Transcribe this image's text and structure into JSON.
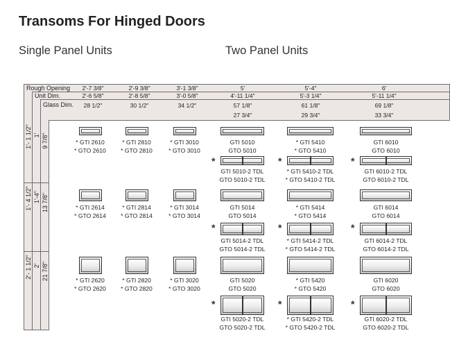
{
  "title": "Transoms For Hinged Doors",
  "subtitles": {
    "single": "Single Panel Units",
    "two": "Two Panel Units"
  },
  "header": {
    "rough_opening_label": "Rough Opening",
    "unit_dim_label": "Unit Dim.",
    "glass_dim_label": "Glass Dim.",
    "columns": [
      {
        "rough": "2'-7 3/8\"",
        "unit": "2'-6 5/8\"",
        "glass": [
          "28 1/2\""
        ]
      },
      {
        "rough": "2'-9 3/8\"",
        "unit": "2'-8 5/8\"",
        "glass": [
          "30 1/2\""
        ]
      },
      {
        "rough": "3'-1 3/8\"",
        "unit": "3'-0 5/8\"",
        "glass": [
          "34 1/2\""
        ]
      },
      {
        "rough": "5'",
        "unit": "4'-11 1/4\"",
        "glass": [
          "57 1/8\"",
          "27 3/4\""
        ]
      },
      {
        "rough": "5'-4\"",
        "unit": "5'-3 1/4\"",
        "glass": [
          "61 1/8\"",
          "29 3/4\""
        ]
      },
      {
        "rough": "6'",
        "unit": "5'-11 1/4\"",
        "glass": [
          "69 1/8\"",
          "33 3/4\""
        ]
      }
    ]
  },
  "rows": [
    {
      "rough": "1'- 1 1/2\"",
      "unit": "1'",
      "glass": "9 7/8\""
    },
    {
      "rough": "1'- 4 1/2\"",
      "unit": "1'-4\"",
      "glass": "13 7/8\""
    },
    {
      "rough": "2'- 1 1/2\"",
      "unit": "2'",
      "glass": "21 7/8\""
    }
  ],
  "single_units": [
    [
      "* GTI 2610",
      "* GTO 2610"
    ],
    [
      "* GTI 2810",
      "* GTO 2810"
    ],
    [
      "* GTI 3010",
      "* GTO 3010"
    ],
    [
      "* GTI 2614",
      "* GTO 2614"
    ],
    [
      "* GTI 2814",
      "* GTO 2814"
    ],
    [
      "* GTI 3014",
      "* GTO 3014"
    ],
    [
      "* GTI 2620",
      "* GTO 2620"
    ],
    [
      "* GTI 2820",
      "* GTO 2820"
    ],
    [
      "* GTI 3020",
      "* GTO 3020"
    ]
  ],
  "two_units": [
    [
      "GTI 5010",
      "GTO 5010"
    ],
    [
      "* GTI 5410",
      "* GTO 5410"
    ],
    [
      "GTI 6010",
      "GTO 6010"
    ],
    [
      "GTI 5010-2 TDL",
      "GTO 5010-2 TDL"
    ],
    [
      "* GTI 5410-2 TDL",
      "* GTO 5410-2 TDL"
    ],
    [
      "GTI 6010-2 TDL",
      "GTO 6010-2 TDL"
    ],
    [
      "GTI 5014",
      "GTO 5014"
    ],
    [
      "* GTI 5414",
      "* GTO 5414"
    ],
    [
      "GTI 6014",
      "GTO 6014"
    ],
    [
      "GTI 5014-2 TDL",
      "GTO 5014-2 TDL"
    ],
    [
      "* GTI 5414-2 TDL",
      "* GTO 5414-2 TDL"
    ],
    [
      "GTI 6014-2 TDL",
      "GTO 6014-2 TDL"
    ],
    [
      "GTI 5020",
      "GTO 5020"
    ],
    [
      "* GTI 5420",
      "* GTO 5420"
    ],
    [
      "GTI 6020",
      "GTO 6020"
    ],
    [
      "GTI 5020-2 TDL",
      "GTO 5020-2 TDL"
    ],
    [
      "* GTI 5420-2 TDL",
      "* GTO 5420-2 TDL"
    ],
    [
      "GTI 6020-2 TDL",
      "GTO 6020-2 TDL"
    ]
  ],
  "star_symbol": "*"
}
